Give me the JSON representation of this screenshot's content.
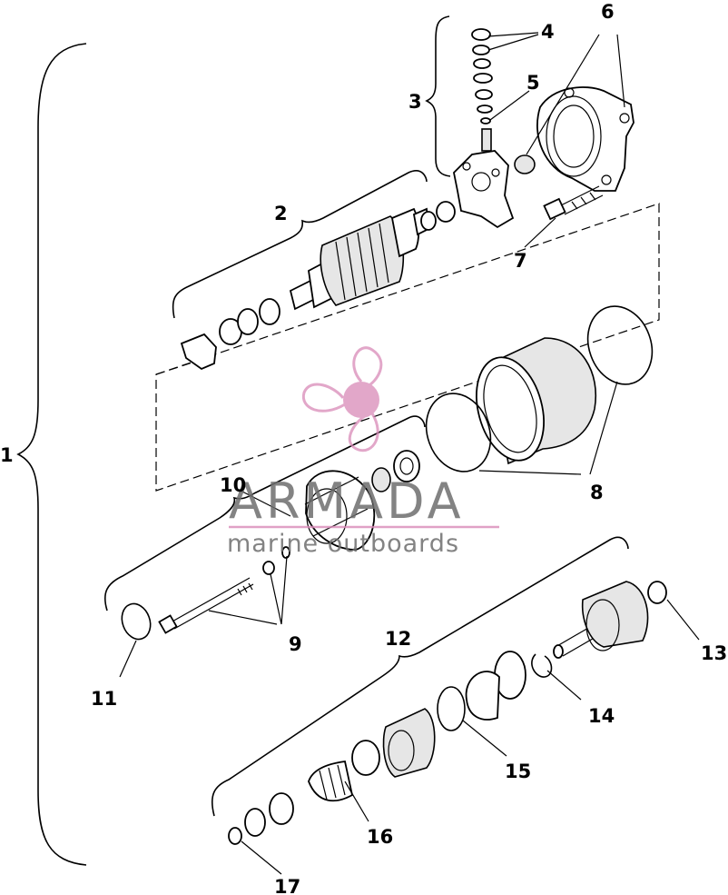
{
  "diagram": {
    "callouts": [
      "1",
      "2",
      "3",
      "4",
      "5",
      "6",
      "7",
      "8",
      "9",
      "10",
      "11",
      "12",
      "13",
      "14",
      "15",
      "16",
      "17"
    ]
  },
  "watermark": {
    "brand": "ARMADA",
    "tagline": "marine outboards",
    "logo": "propeller-logo-icon",
    "color": "#d98ab8"
  }
}
